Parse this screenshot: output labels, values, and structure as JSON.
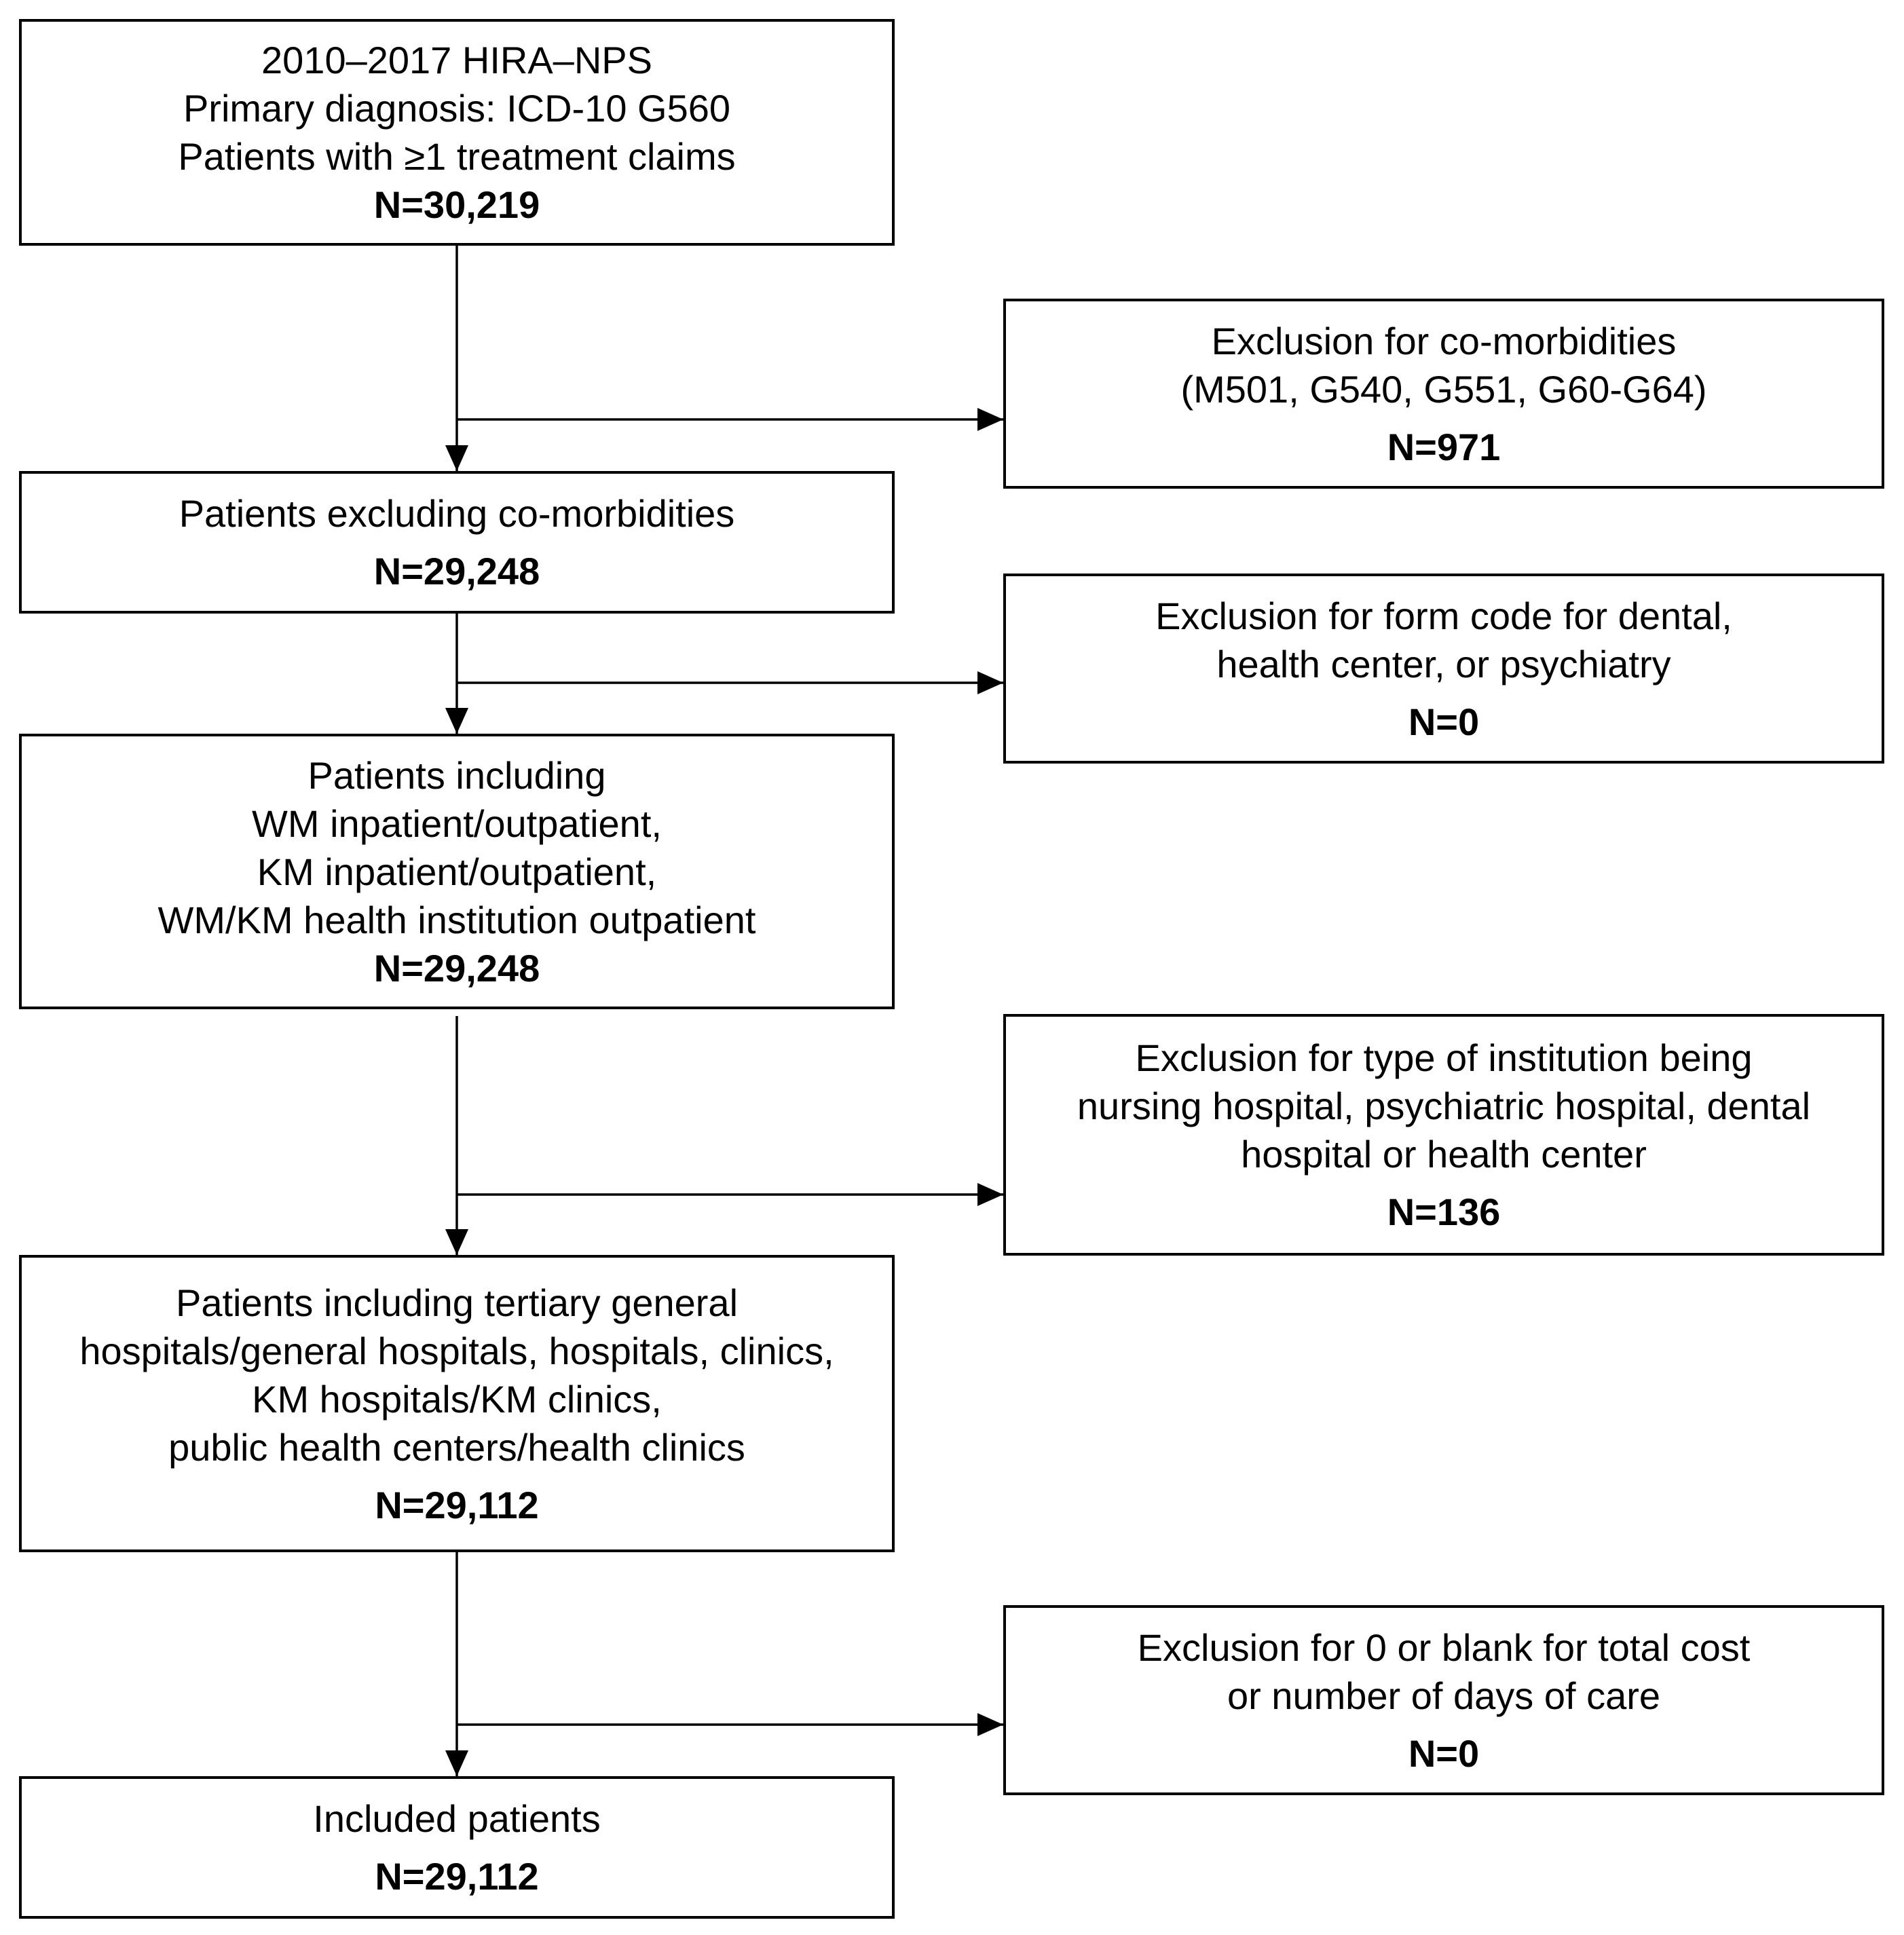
{
  "flowchart": {
    "main_boxes": [
      {
        "lines": [
          "2010–2017  HIRA–NPS",
          "Primary diagnosis: ICD-10 G560",
          "Patients with ≥1  treatment claims"
        ],
        "count": "N=30,219"
      },
      {
        "lines": [
          "Patients excluding co-morbidities"
        ],
        "count": "N=29,248"
      },
      {
        "lines": [
          "Patients including",
          "WM  inpatient/outpatient,",
          "KM  inpatient/outpatient,",
          "WM/KM  health institution outpatient"
        ],
        "count": "N=29,248"
      },
      {
        "lines": [
          "Patients including tertiary general",
          "hospitals/general hospitals, hospitals, clinics,",
          "KM  hospitals/KM clinics,",
          "public health centers/health clinics"
        ],
        "count": "N=29,112"
      },
      {
        "lines": [
          "Included patients"
        ],
        "count": "N=29,112"
      }
    ],
    "exclusion_boxes": [
      {
        "lines": [
          "Exclusion for co-morbidities",
          "(M501,  G540,  G551,  G60-G64)"
        ],
        "count": "N=971"
      },
      {
        "lines": [
          "Exclusion for form code for dental,",
          "health center,  or psychiatry"
        ],
        "count": "N=0"
      },
      {
        "lines": [
          "Exclusion for type of institution being",
          "nursing hospital, psychiatric hospital, dental",
          "hospital or  health center"
        ],
        "count": "N=136"
      },
      {
        "lines": [
          "Exclusion for 0 or blank for total cost",
          "or number of days of care"
        ],
        "count": "N=0"
      }
    ]
  }
}
